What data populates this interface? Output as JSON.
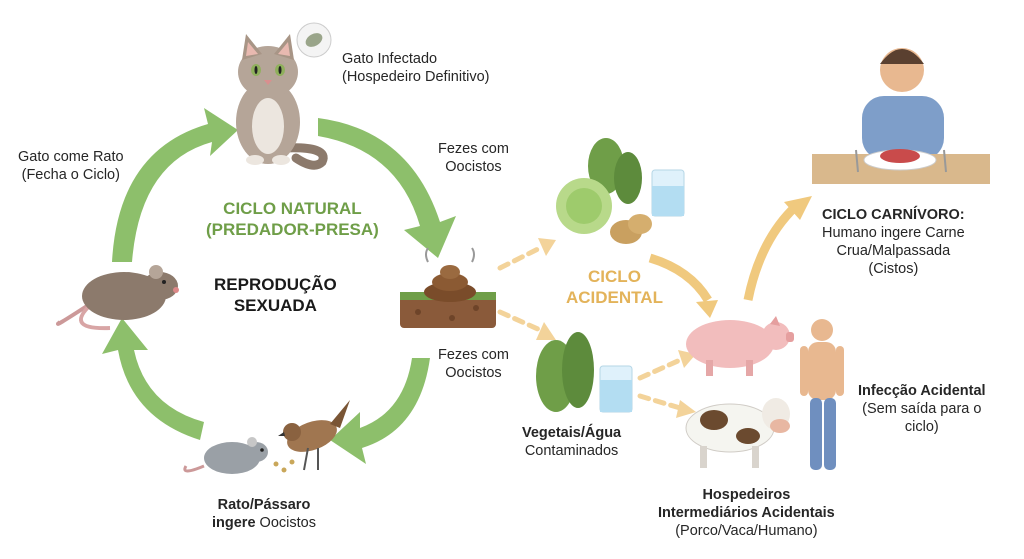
{
  "labels": {
    "cat": [
      "Gato Infectado",
      "(Hospedeiro Definitivo)"
    ],
    "feces_top": [
      "Fezes com",
      "Oocistos"
    ],
    "feces_bottom": [
      "Fezes com",
      "Oocistos"
    ],
    "cat_eats": [
      "Gato come Rato",
      "(Fecha o Ciclo)"
    ],
    "natural_cycle": [
      "CICLO NATURAL",
      "(PREDADOR-PRESA)"
    ],
    "reproduction": [
      "REPRODUÇÃO",
      "SEXUADA"
    ],
    "accidental_cycle": [
      "CICLO",
      "ACIDENTAL"
    ],
    "rat_bird": {
      "bold1": "Rato/Pássaro",
      "bold2": "ingere",
      "rest2": " Oocistos"
    },
    "vegetables": {
      "bold": "Vegetais/Água",
      "rest": "Contaminados"
    },
    "hosts": [
      "Hospedeiros",
      "Intermediários Acidentais",
      "(Porco/Vaca/Humano)"
    ],
    "carnivore": {
      "bold": "CICLO CARNÍVORO:",
      "lines": [
        "Humano ingere Carne",
        "Crua/Malpassada",
        "(Cistos)"
      ]
    },
    "accidental_infection": {
      "bold": "Infecção Acidental",
      "lines": [
        "(Sem saída para o",
        "ciclo)"
      ]
    }
  },
  "colors": {
    "green": "#8dbf6b",
    "orange": "#f0c97e",
    "soil": "#8a5a3a"
  }
}
